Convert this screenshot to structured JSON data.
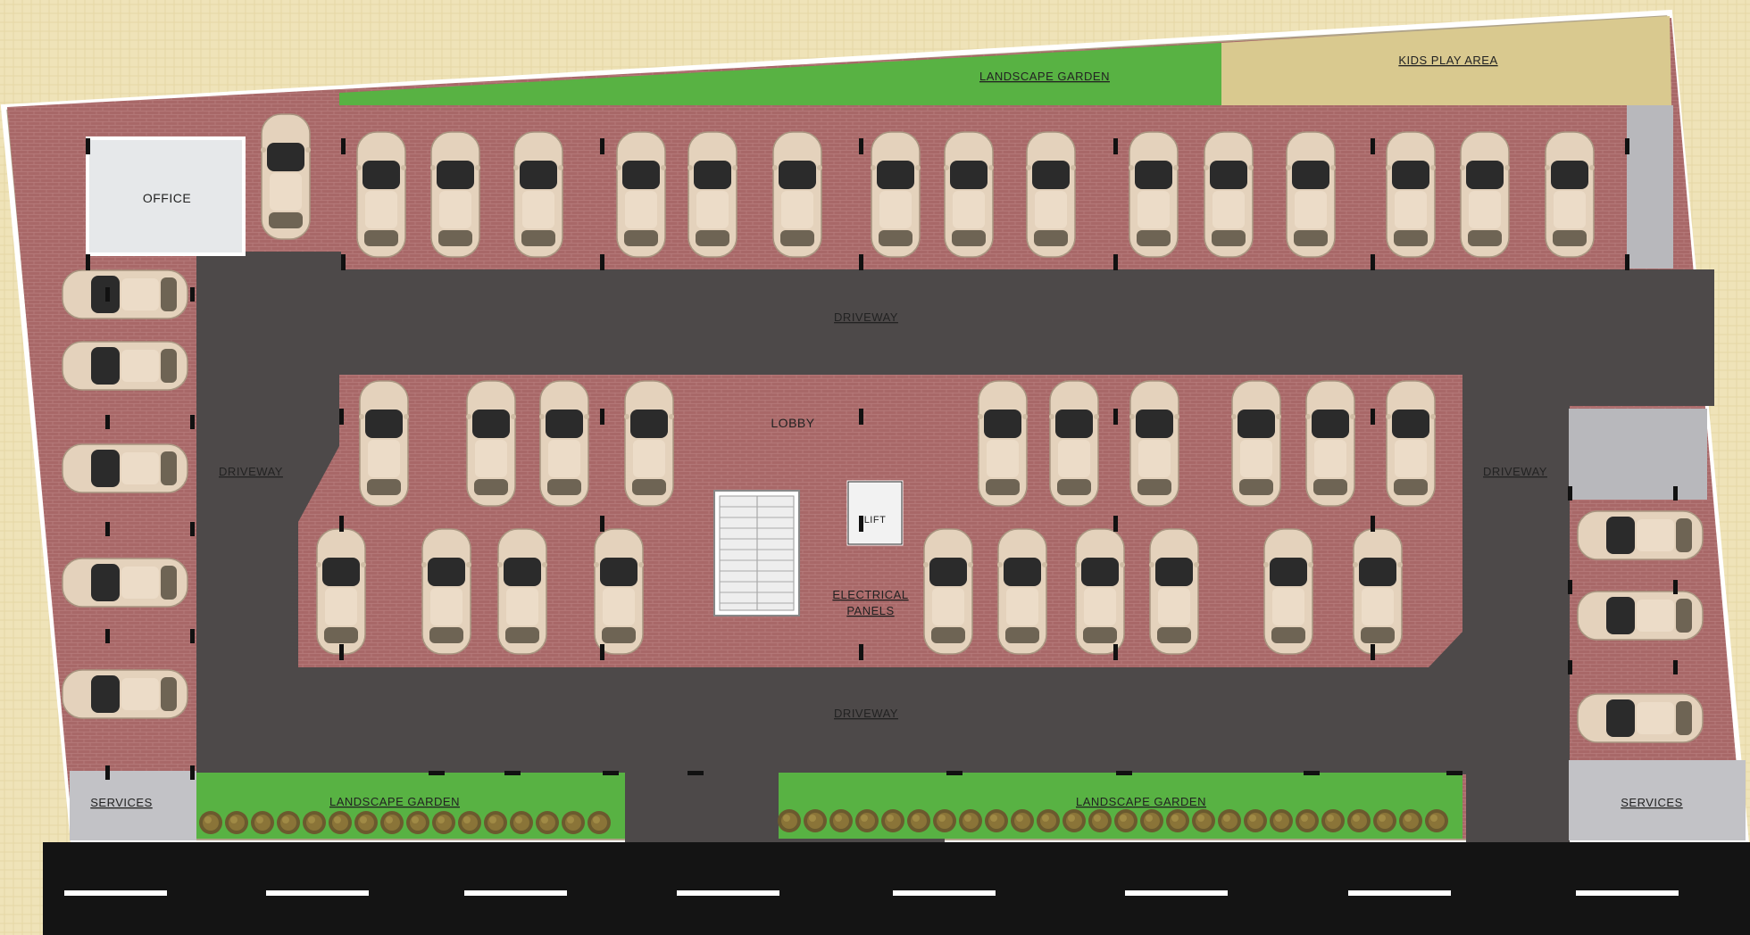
{
  "plan": {
    "landscape_garden_top": "LANDSCAPE GARDEN",
    "kids_play_area": "KIDS PLAY AREA",
    "office": "OFFICE",
    "driveway_top": "DRIVEWAY",
    "driveway_left": "DRIVEWAY",
    "driveway_right": "DRIVEWAY",
    "driveway_bottom": "DRIVEWAY",
    "lobby": "LOBBY",
    "lift": "LIFT",
    "electrical_panels_line1": "ELECTRICAL",
    "electrical_panels_line2": "PANELS",
    "services_left": "SERVICES",
    "services_right": "SERVICES",
    "landscape_garden_bottom_left": "LANDSCAPE GARDEN",
    "landscape_garden_bottom_right": "LANDSCAPE GARDEN"
  },
  "colors": {
    "background": "#efe3b8",
    "paving": "#a86868",
    "driveway": "#4d4949",
    "garden": "#58b243",
    "kids_area": "#d9c98f",
    "service": "#b8b8bc",
    "road": "#141414",
    "car_body": "#e4d2bc",
    "car_glass": "#2b2b2b"
  },
  "icons": {
    "car": "car-top-view-icon",
    "shrub": "shrub-icon",
    "staircase": "staircase-icon"
  }
}
